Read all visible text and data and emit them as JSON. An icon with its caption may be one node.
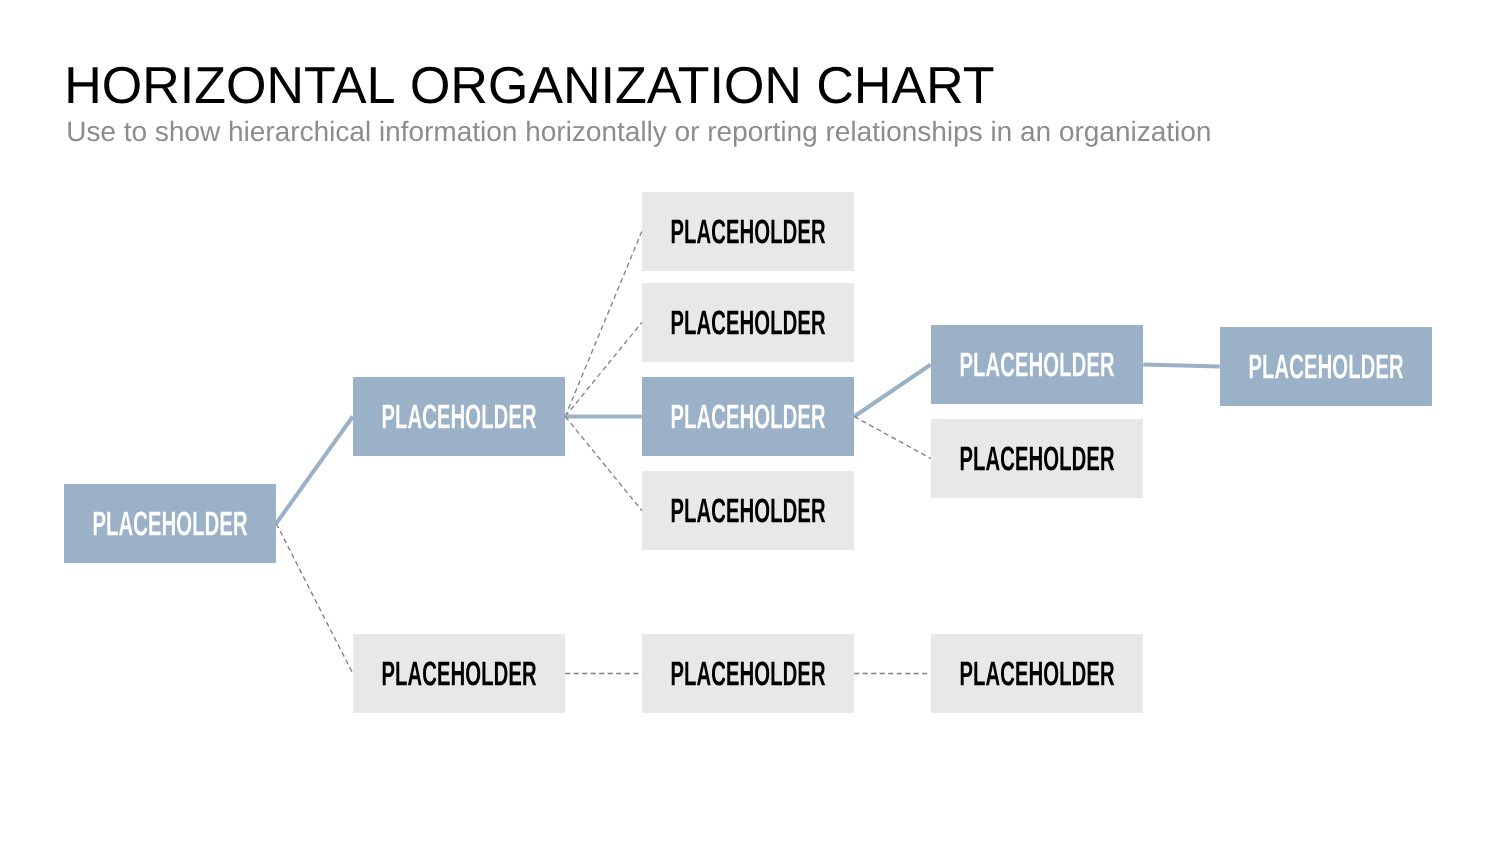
{
  "diagram": {
    "title": "HORIZONTAL ORGANIZATION CHART",
    "nodes": [
      {
        "text": [
          "PLACEHOLDER"
        ]
      },
      {
        "text": [
          "PLACEHOLDER"
        ]
      },
      {
        "text": [
          "PLACEHOLDER"
        ]
      },
      {
        "text": [
          "PLACEHOLDER"
        ]
      },
      {
        "text": [
          "PLACEHOLDER"
        ]
      },
      {
        "text": [
          "PLACEHOLDER"
        ]
      },
      {
        "text": [
          "PLACEHOLDER"
        ]
      },
      {
        "text": [
          "PLACEHOLDER"
        ]
      },
      {
        "text": [
          "PLACEHOLDER"
        ]
      },
      {
        "text": [
          "PLACEHOLDER"
        ]
      },
      {
        "text": [
          "PLACEHOLDER"
        ]
      },
      {
        "text": [
          "PLACEHOLDER"
        ]
      }
    ],
    "edges": [
      {
        "from": 0,
        "to": 1,
        "arrow": "none",
        "style": "thick",
        "color": "#9bb1c8"
      },
      {
        "from": 0,
        "to": 2,
        "arrow": "none",
        "style": "dashed"
      },
      {
        "from": 1,
        "to": 3,
        "arrow": "none",
        "style": "dashed"
      },
      {
        "from": 1,
        "to": 4,
        "arrow": "none",
        "style": "dashed"
      },
      {
        "from": 1,
        "to": 5,
        "arrow": "none",
        "style": "thick",
        "color": "#9bb1c8"
      },
      {
        "from": 1,
        "to": 6,
        "arrow": "none",
        "style": "dashed"
      },
      {
        "from": 2,
        "to": 7,
        "arrow": "none",
        "style": "dashed"
      },
      {
        "from": 5,
        "to": 8,
        "arrow": "none",
        "style": "thick",
        "color": "#9bb1c8"
      },
      {
        "from": 5,
        "to": 9,
        "arrow": "none",
        "style": "dashed"
      },
      {
        "from": 7,
        "to": 10,
        "arrow": "none",
        "style": "dashed"
      },
      {
        "from": 8,
        "to": 11,
        "arrow": "none",
        "style": "thick",
        "color": "#9bb1c8"
      }
    ],
    "labels": [
      "Use to show hierarchical information horizontally or reporting relationships in an organization"
    ]
  }
}
